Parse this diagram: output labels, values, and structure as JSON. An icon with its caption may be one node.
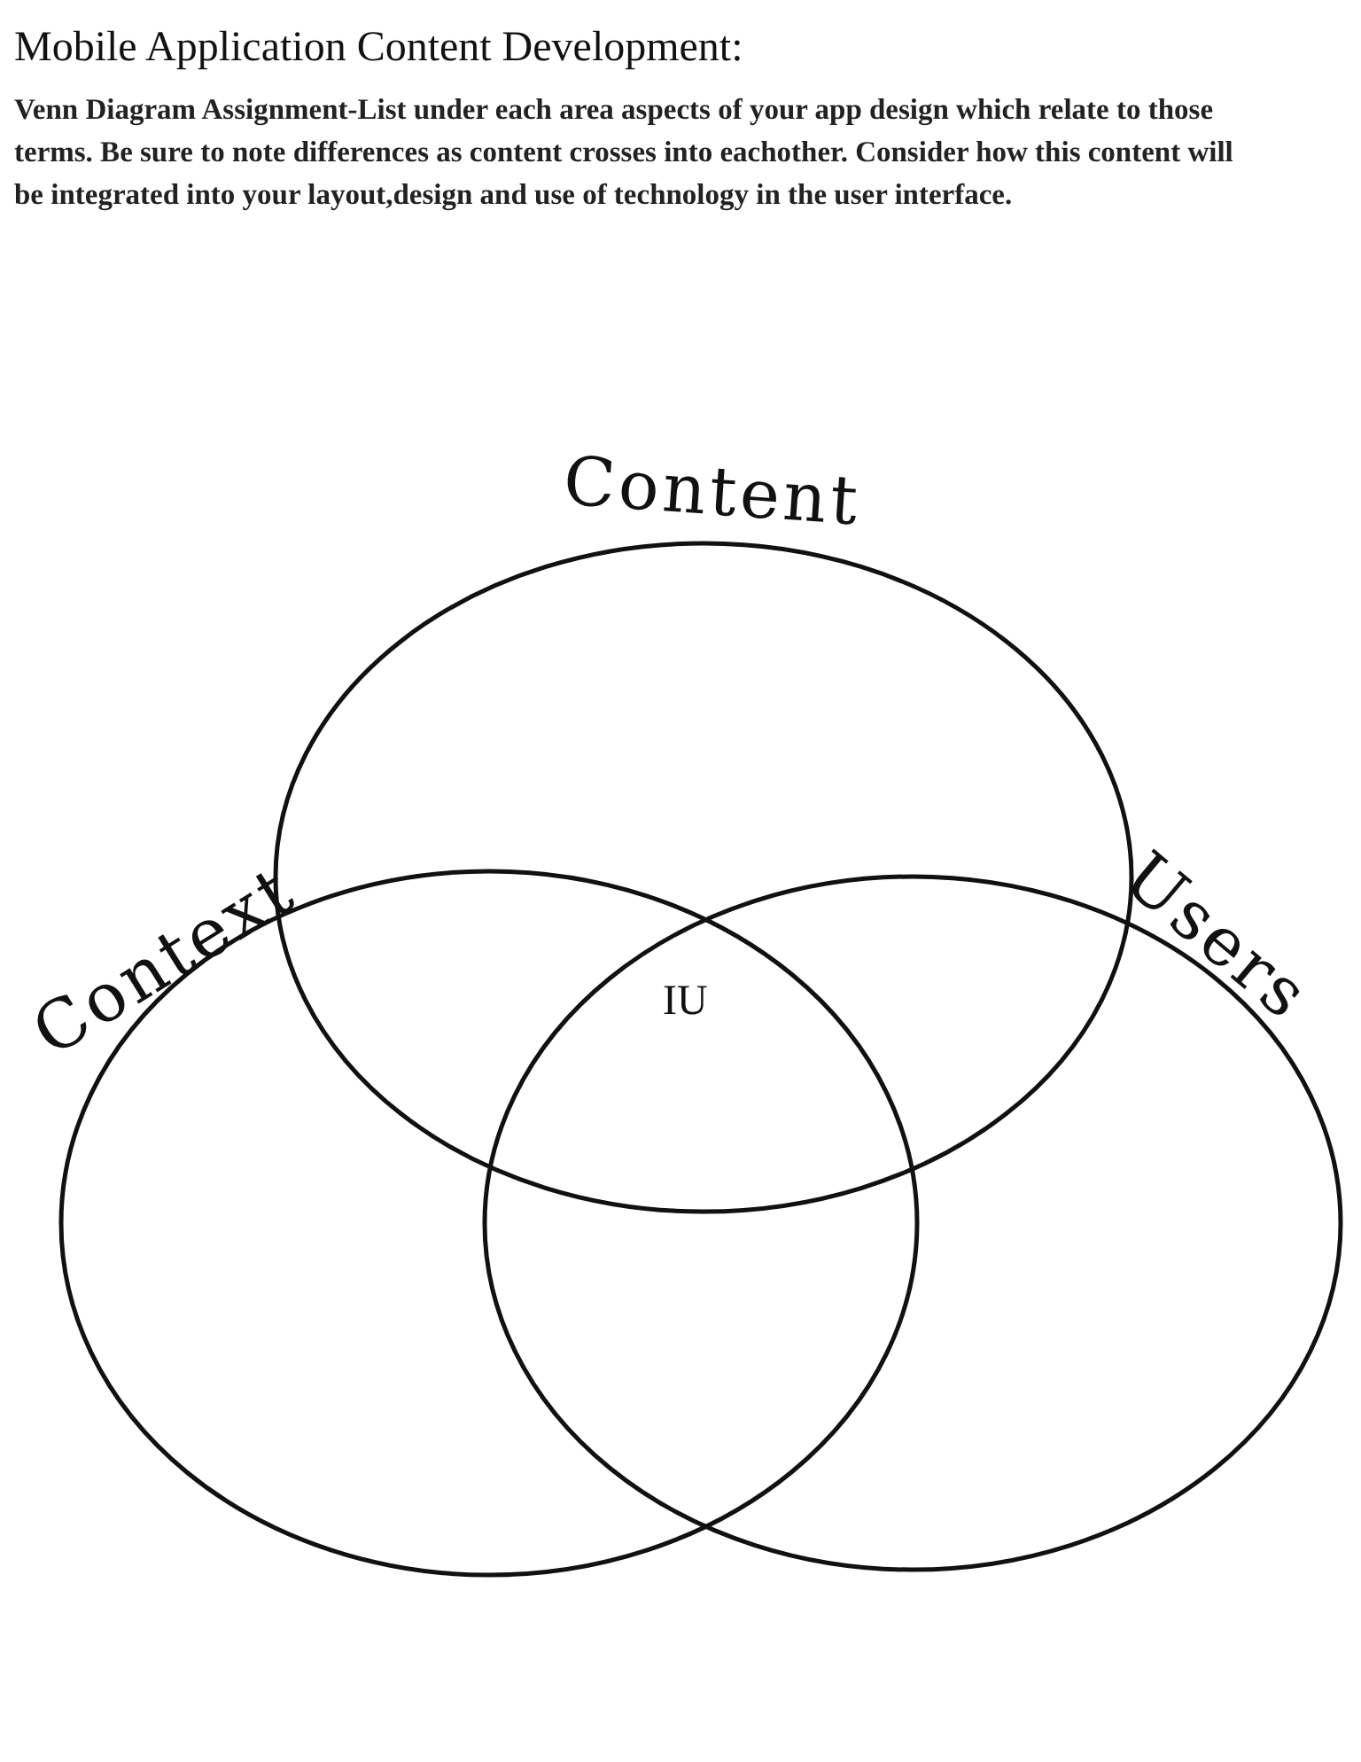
{
  "diagram": {
    "title": "Mobile Application Content Development:",
    "nodes": [
      {
        "text": [
          "Content"
        ]
      },
      {
        "text": [
          "Context"
        ]
      },
      {
        "text": [
          "Users"
        ]
      }
    ],
    "edges": [],
    "labels": [
      "Venn Diagram Assignment-List under each area aspects of your app design which relate to those terms. Be sure to note differences as content crosses into eachother. Consider how this content will be integrated into your layout,design and use of technology in the user interface.",
      "IU"
    ]
  }
}
